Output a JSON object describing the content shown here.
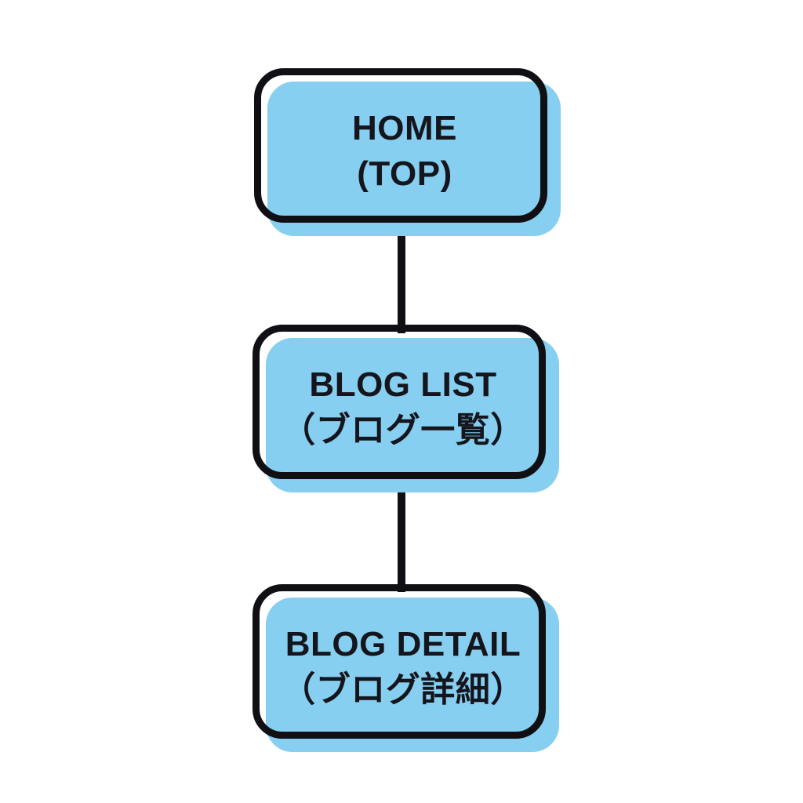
{
  "diagram": {
    "type": "flowchart",
    "description": "Vertical sitemap flowchart of a blog website with three connected page nodes",
    "nodes": [
      {
        "id": "home",
        "label": "HOME",
        "sublabel": "(TOP)"
      },
      {
        "id": "blog-list",
        "label": "BLOG LIST",
        "sublabel": "（ブログ一覧）"
      },
      {
        "id": "blog-detail",
        "label": "BLOG DETAIL",
        "sublabel": "（ブログ詳細）"
      }
    ],
    "edges": [
      {
        "from": "home",
        "to": "blog-list"
      },
      {
        "from": "blog-list",
        "to": "blog-detail"
      }
    ],
    "colors": {
      "node_fill": "#87CFF0",
      "node_border": "#101014",
      "connector": "#101014",
      "text": "#15161d",
      "background": "#ffffff"
    }
  }
}
